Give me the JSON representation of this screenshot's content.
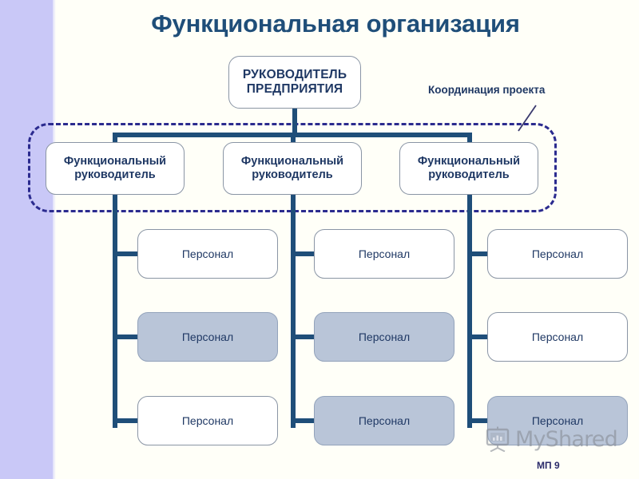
{
  "slide": {
    "title": "Функциональная организация",
    "page_label": "МП 9",
    "background_color": "#fffff8",
    "band_color": "#c9c8f7",
    "accent_color": "#1f4e79",
    "dash_color": "#2b2b8f",
    "shaded_color": "#b9c5d8"
  },
  "coordination": {
    "label": "Координация проекта",
    "leader_icon": "diagonal-pointer-line"
  },
  "chart_data": {
    "type": "diagram",
    "title": "Функциональная организация",
    "root": {
      "label": "РУКОВОДИТЕЛЬ\nПРЕДПРИЯТИЯ",
      "shaded": false
    },
    "columns": [
      {
        "manager": {
          "label": "Функциональный\nруководитель",
          "shaded": false
        },
        "staff": [
          {
            "label": "Персонал",
            "shaded": false
          },
          {
            "label": "Персонал",
            "shaded": true
          },
          {
            "label": "Персонал",
            "shaded": false
          }
        ]
      },
      {
        "manager": {
          "label": "Функциональный\nруководитель",
          "shaded": false
        },
        "staff": [
          {
            "label": "Персонал",
            "shaded": false
          },
          {
            "label": "Персонал",
            "shaded": true
          },
          {
            "label": "Персонал",
            "shaded": true
          }
        ]
      },
      {
        "manager": {
          "label": "Функциональный\nруководитель",
          "shaded": false
        },
        "staff": [
          {
            "label": "Персонал",
            "shaded": false
          },
          {
            "label": "Персонал",
            "shaded": false
          },
          {
            "label": "Персонал",
            "shaded": true
          }
        ]
      }
    ],
    "annotation": "Координация проекта"
  },
  "boxes": {
    "ceo_line1": "РУКОВОДИТЕЛЬ",
    "ceo_line2": "ПРЕДПРИЯТИЯ",
    "manager_line1": "Функциональный",
    "manager_line2": "руководитель",
    "staff_label": "Персонал"
  },
  "watermark": {
    "text": "MyShared",
    "icon": "presentation-easel-chart-icon"
  }
}
